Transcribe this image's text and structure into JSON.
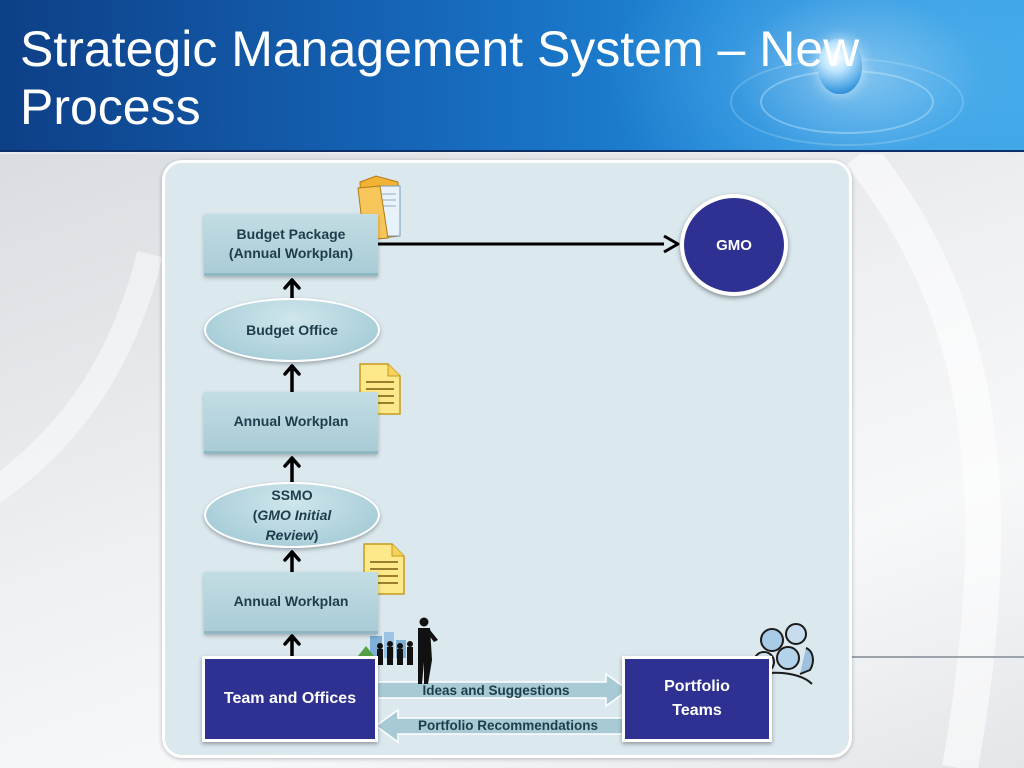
{
  "slide": {
    "title": "Strategic Management System – New Process"
  },
  "diagram": {
    "budget_package": {
      "line1": "Budget Package",
      "line2": "(Annual Workplan)"
    },
    "budget_office": "Budget Office",
    "annual_workplan_top": "Annual Workplan",
    "ssmo": {
      "line1": "SSMO",
      "line2_prefix": "(",
      "line2_italic": "GMO Initial",
      "line3_italic": "Review",
      "line3_suffix": ")"
    },
    "annual_workplan_bottom": "Annual Workplan",
    "team_offices": "Team and Offices",
    "gmo": "GMO",
    "portfolio_teams": {
      "line1": "Portfolio",
      "line2": "Teams"
    },
    "ideas_label": "Ideas and Suggestions",
    "recommendations_label": "Portfolio Recommendations"
  },
  "icons": [
    "folder-icon",
    "document-icon",
    "document-icon",
    "business-people-icon",
    "portfolio-team-people-icon",
    "water-drop-icon"
  ],
  "colors": {
    "navy": "#2e3192",
    "header_blue": "#1565b8",
    "panel": "#dbe9ef",
    "box": "#b5d4dd"
  }
}
